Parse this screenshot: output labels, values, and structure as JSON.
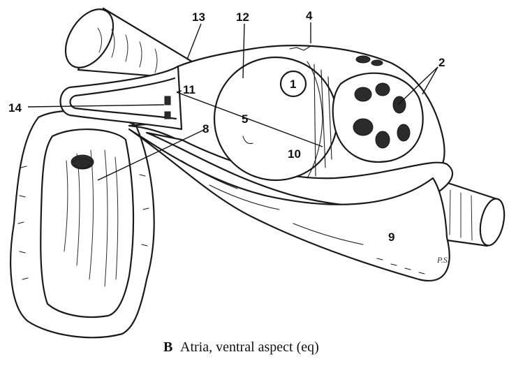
{
  "labels": {
    "l1": "1",
    "l2": "2",
    "l4": "4",
    "l5": "5",
    "l8": "8",
    "l9": "9",
    "l10": "10",
    "l11": "11",
    "l12": "12",
    "l13": "13",
    "l14": "14"
  },
  "caption": {
    "letter": "B",
    "text": "Atria, ventral aspect (eq)"
  },
  "signature": "P.S."
}
